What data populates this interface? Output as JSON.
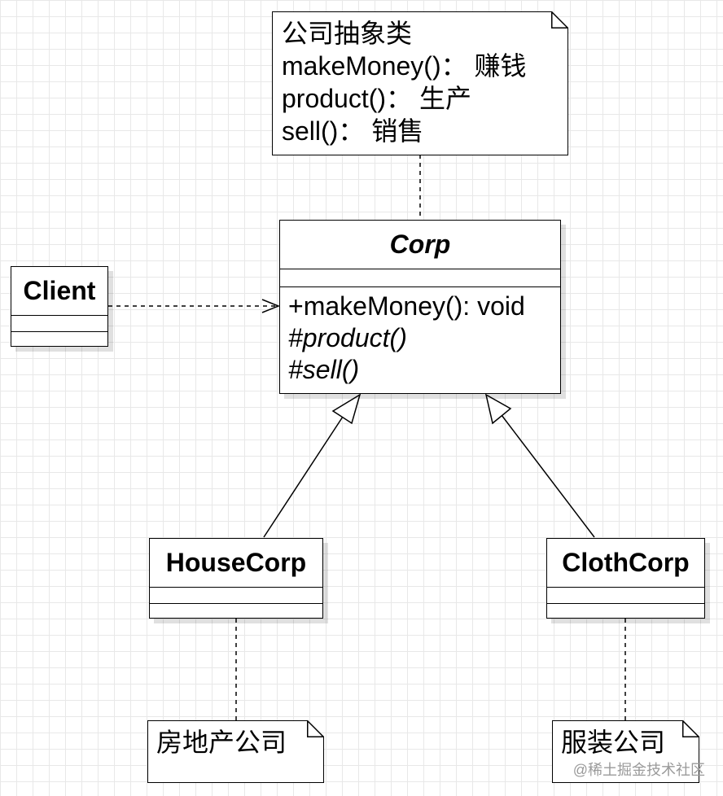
{
  "abstract_note": {
    "lines": [
      "公司抽象类",
      "makeMoney()： 赚钱",
      "product()： 生产",
      "sell()： 销售"
    ]
  },
  "corp": {
    "name": "Corp",
    "methods": [
      "+makeMoney(): void",
      "#product()",
      "#sell()"
    ]
  },
  "client": {
    "name": "Client"
  },
  "house_corp": {
    "name": "HouseCorp"
  },
  "cloth_corp": {
    "name": "ClothCorp"
  },
  "house_note": {
    "text": "房地产公司"
  },
  "cloth_note": {
    "text": "服装公司"
  },
  "watermark": "@稀土掘金技术社区"
}
